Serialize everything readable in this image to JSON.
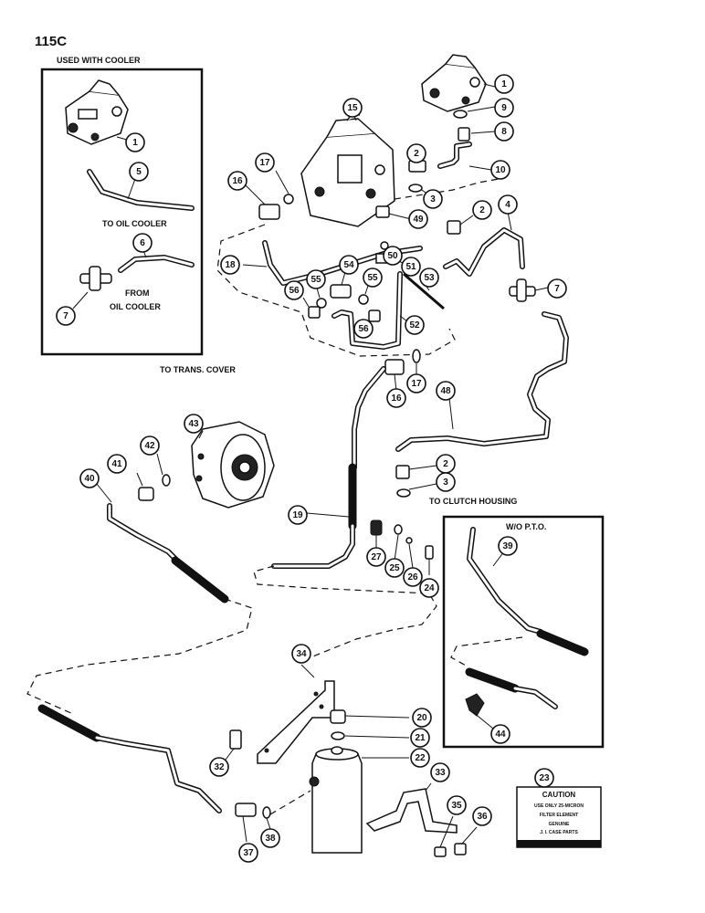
{
  "page_code": "115C",
  "inset_used_with_cooler": {
    "title": "USED WITH COOLER",
    "label_to_oil_cooler": "TO OIL COOLER",
    "label_from": "FROM",
    "label_oil_cooler": "OIL COOLER"
  },
  "labels": {
    "to_trans_cover": "TO TRANS. COVER",
    "to_clutch_housing": "TO CLUTCH HOUSING"
  },
  "inset_wo_pto": {
    "title": "W/O P.T.O."
  },
  "caution_decal": {
    "title": "CAUTION",
    "line1": "USE ONLY 25-MICRON",
    "line2": "FILTER ELEMENT",
    "line3": "GENUINE",
    "line4": "J. I. CASE PARTS"
  },
  "callouts": [
    "1",
    "5",
    "6",
    "7",
    "1",
    "9",
    "8",
    "10",
    "15",
    "17",
    "16",
    "2",
    "3",
    "2",
    "4",
    "49",
    "18",
    "50",
    "54",
    "55",
    "51",
    "53",
    "7",
    "56",
    "55",
    "56",
    "52",
    "16",
    "17",
    "48",
    "43",
    "42",
    "41",
    "40",
    "2",
    "3",
    "19",
    "27",
    "25",
    "26",
    "24",
    "39",
    "34",
    "20",
    "21",
    "44",
    "32",
    "22",
    "33",
    "23",
    "35",
    "36",
    "38",
    "37"
  ]
}
